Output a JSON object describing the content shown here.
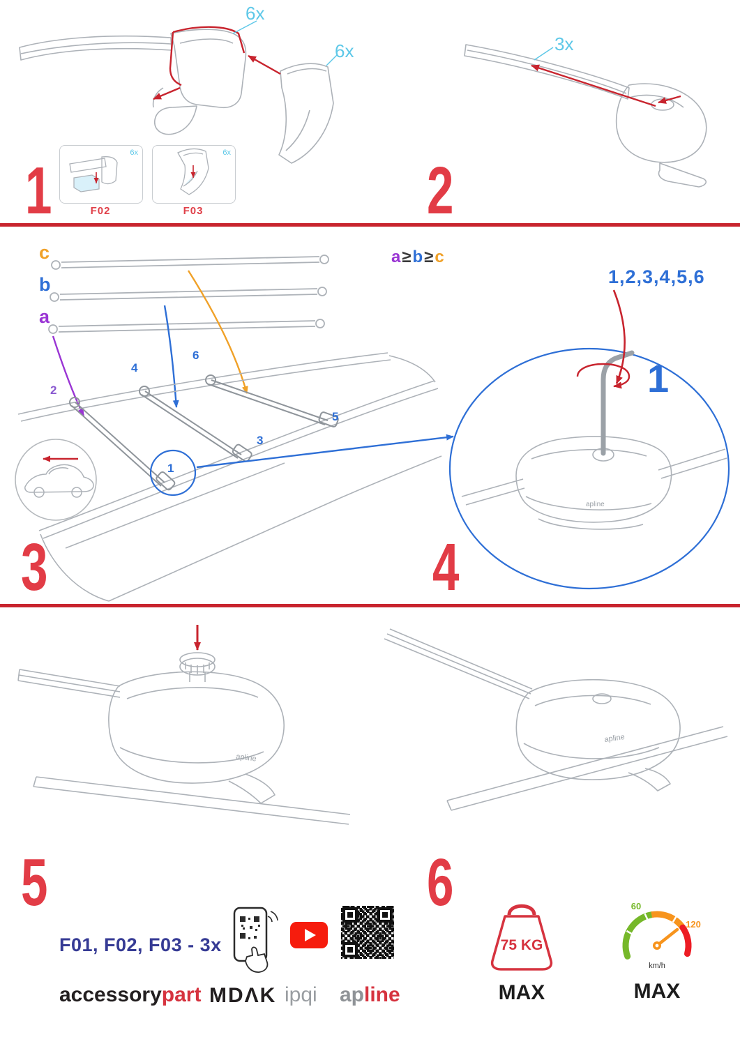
{
  "colors": {
    "red_accent": "#c8242e",
    "numeral_red": "#e23c46",
    "cyan": "#5ec8e8",
    "blue": "#2e6fd6",
    "purple": "#9a35d4",
    "orange": "#f0a128",
    "navy": "#353a94",
    "green": "#76b82a",
    "speed_orange": "#f7941d",
    "brand_red": "#d6333f",
    "artwork_gray": "#adb2b8"
  },
  "step1": {
    "number": "1",
    "qty_cover_top": "6x",
    "qty_cover_side": "6x",
    "box1": {
      "label": "F02",
      "qty": "6x"
    },
    "box2": {
      "label": "F03",
      "qty": "6x"
    }
  },
  "step2": {
    "number": "2",
    "qty": "3x"
  },
  "step3": {
    "number": "3",
    "bars": {
      "c": "c",
      "b": "b",
      "a": "a"
    },
    "rule": {
      "a": "a",
      "ge1": "≥",
      "b": "b",
      "ge2": "≥",
      "c": "c"
    },
    "positions": {
      "p1": "1",
      "p2": "2",
      "p3": "3",
      "p4": "4",
      "p5": "5",
      "p6": "6"
    }
  },
  "step4": {
    "number": "4",
    "sequence": "1,2,3,4,5,6",
    "callout": "1",
    "logo": "apline"
  },
  "step5": {
    "number": "5",
    "logo": "apline"
  },
  "step6": {
    "number": "6",
    "logo": "apline"
  },
  "footer": {
    "parts_line": "F01, F02, F03 - 3x",
    "brands": {
      "accessory": "accessory",
      "part": "part",
      "mdak": "MDΛK",
      "ipqi": "ipqi",
      "ap": "ap",
      "line": "line"
    },
    "weight": {
      "value": "75 KG",
      "max": "MAX"
    },
    "speed": {
      "low": "60",
      "high": "120",
      "unit": "km/h",
      "max": "MAX"
    }
  }
}
